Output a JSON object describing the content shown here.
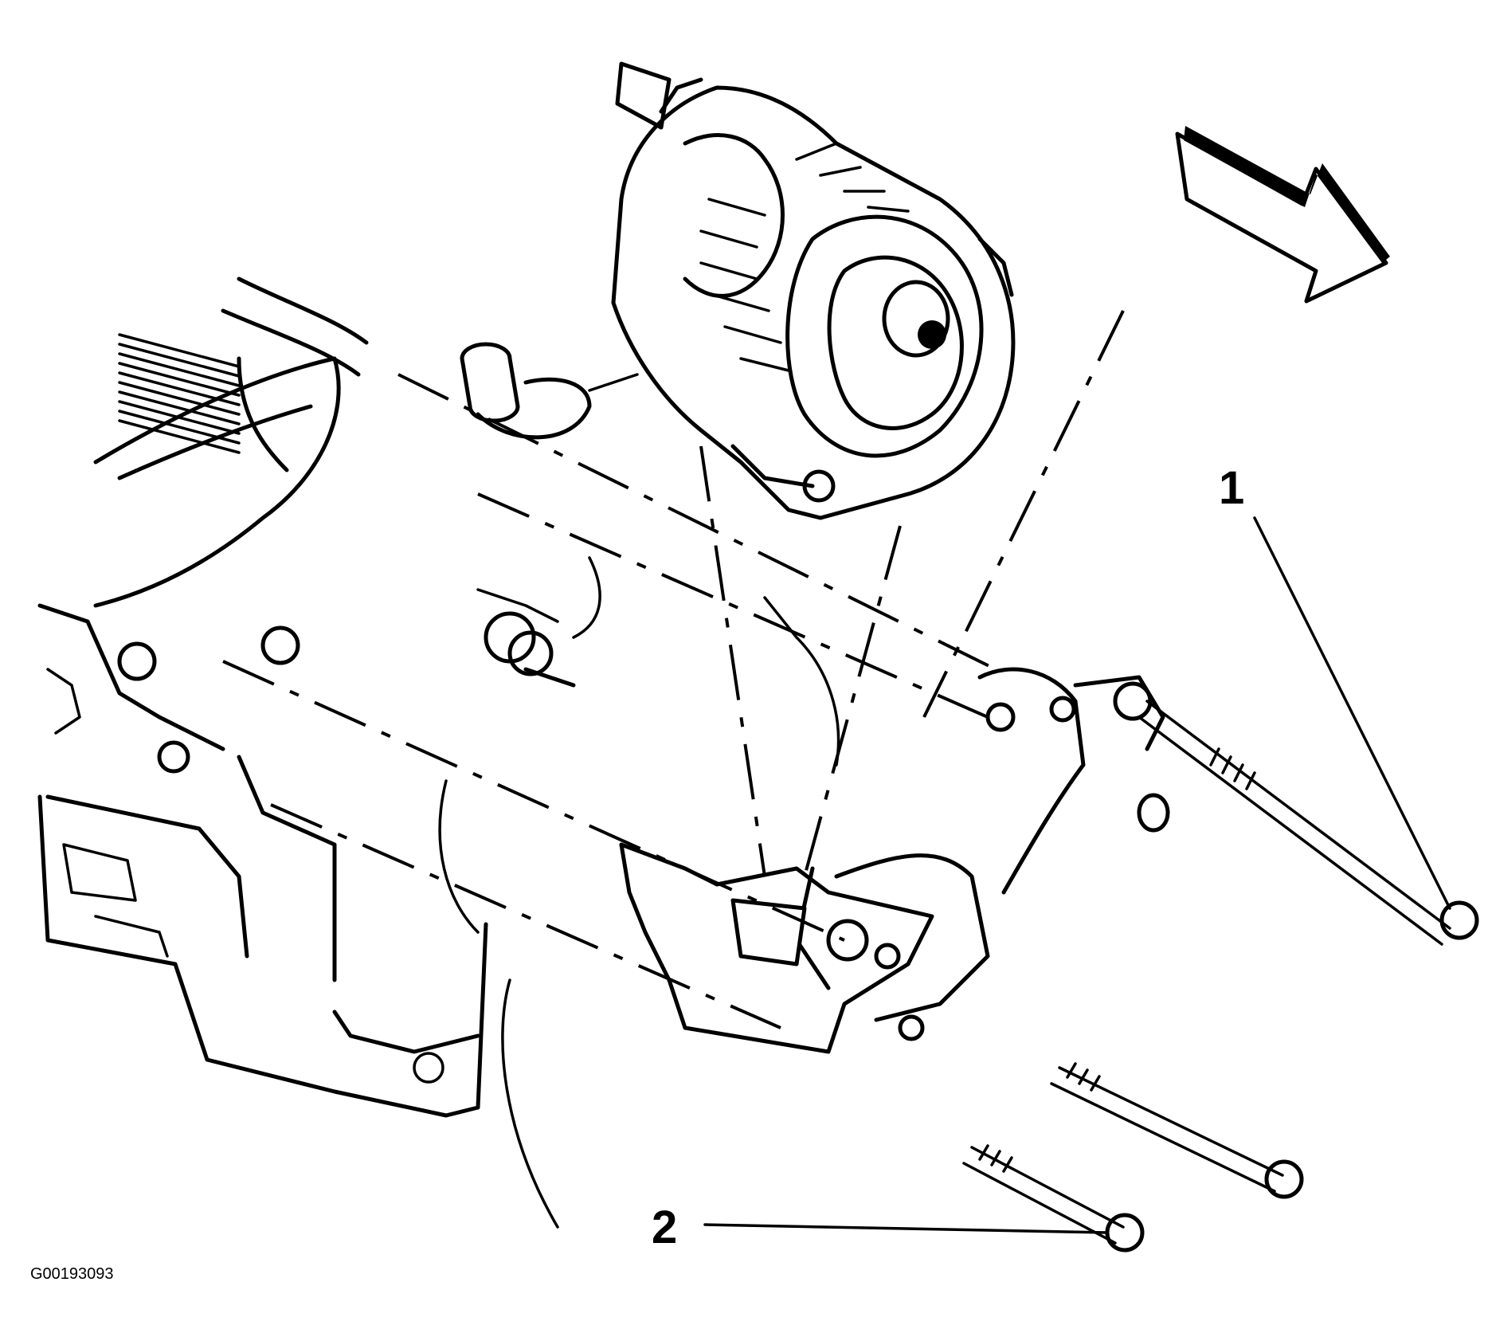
{
  "diagram": {
    "callouts": [
      {
        "id": "1",
        "label": "1"
      },
      {
        "id": "2",
        "label": "2"
      }
    ],
    "figure_id": "G00193093",
    "colors": {
      "ink": "#000000",
      "paper": "#ffffff"
    },
    "icons": [
      "direction-arrow-icon"
    ]
  }
}
